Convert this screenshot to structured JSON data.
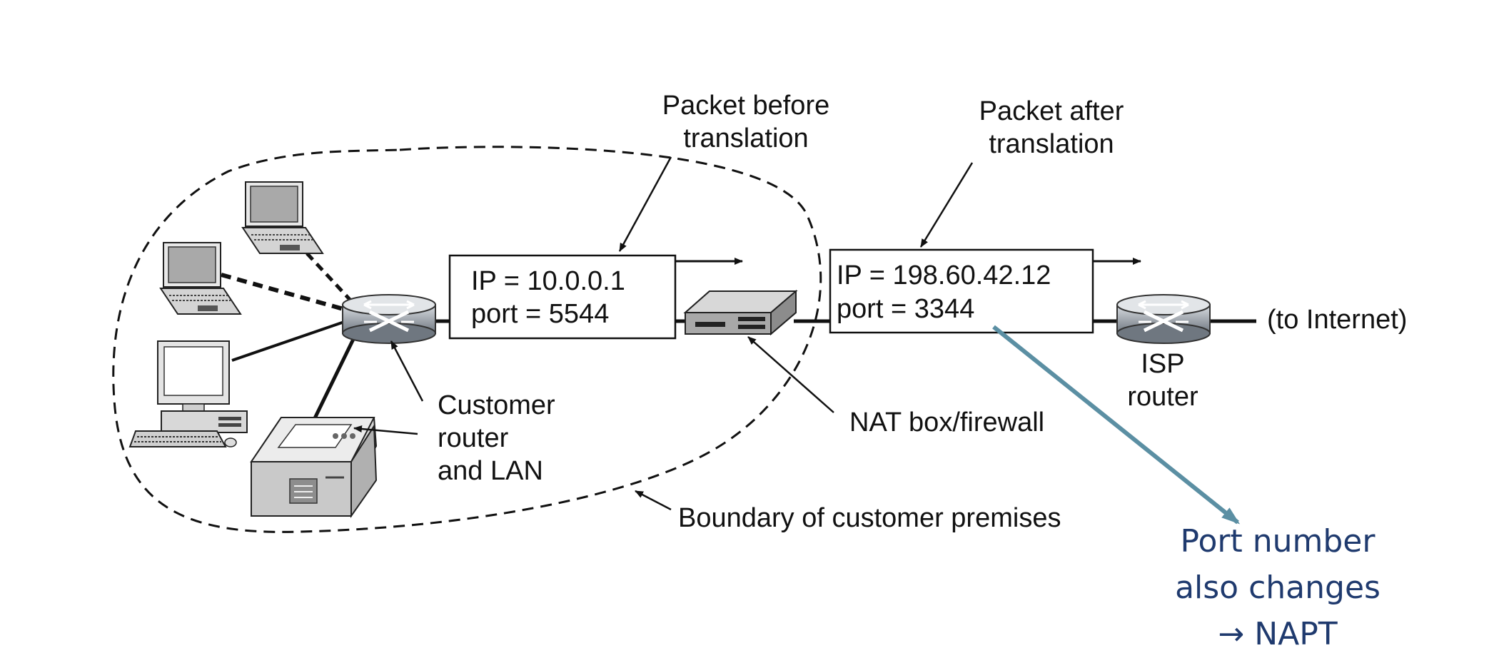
{
  "labels": {
    "packet_before": [
      "Packet before",
      "translation"
    ],
    "packet_after": [
      "Packet after",
      "translation"
    ],
    "customer_router": [
      "Customer",
      "router",
      "and LAN"
    ],
    "nat_box": "NAT box/firewall",
    "boundary": "Boundary of customer premises",
    "isp_router": [
      "ISP",
      "router"
    ],
    "internet": "(to Internet)"
  },
  "packet_before": {
    "ip": "IP = 10.0.0.1",
    "port": "port = 5544"
  },
  "packet_after": {
    "ip": "IP = 198.60.42.12",
    "port": "port = 3344"
  },
  "note": [
    "Port number",
    "also changes",
    "→ NAPT"
  ],
  "colors": {
    "line": "#111111",
    "note_text": "#1f3a6e",
    "note_arrow": "#5b8fa3"
  },
  "icons": [
    "laptop-icon",
    "desktop-computer-icon",
    "printer-icon",
    "router-icon",
    "nat-box-icon"
  ]
}
